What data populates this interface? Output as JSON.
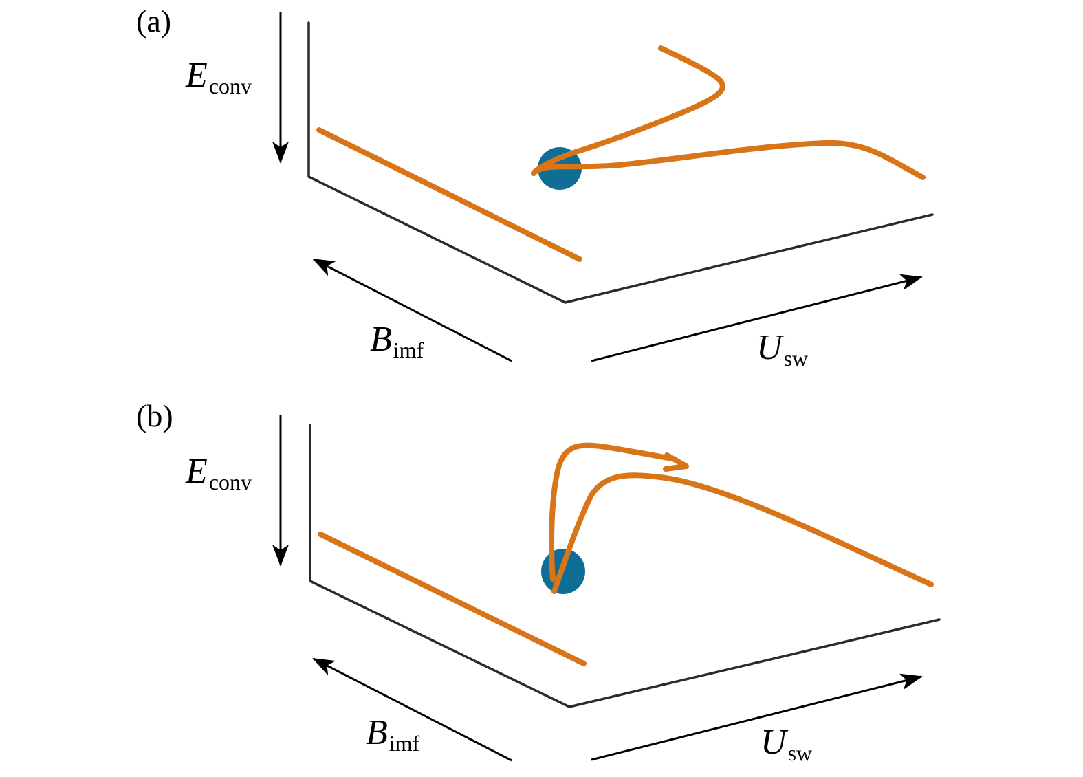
{
  "colors": {
    "trajectory": "#d97519",
    "state_point": "#0f6e95",
    "frame": "#2b2b2b",
    "arrow": "#000000"
  },
  "panels": [
    {
      "label": "(a)",
      "axes": {
        "vertical": {
          "symbol": "E",
          "subscript": "conv"
        },
        "left": {
          "symbol": "B",
          "subscript": "imf"
        },
        "right": {
          "symbol": "U",
          "subscript": "sw"
        }
      }
    },
    {
      "label": "(b)",
      "axes": {
        "vertical": {
          "symbol": "E",
          "subscript": "conv"
        },
        "left": {
          "symbol": "B",
          "subscript": "imf"
        },
        "right": {
          "symbol": "U",
          "subscript": "sw"
        }
      }
    }
  ]
}
